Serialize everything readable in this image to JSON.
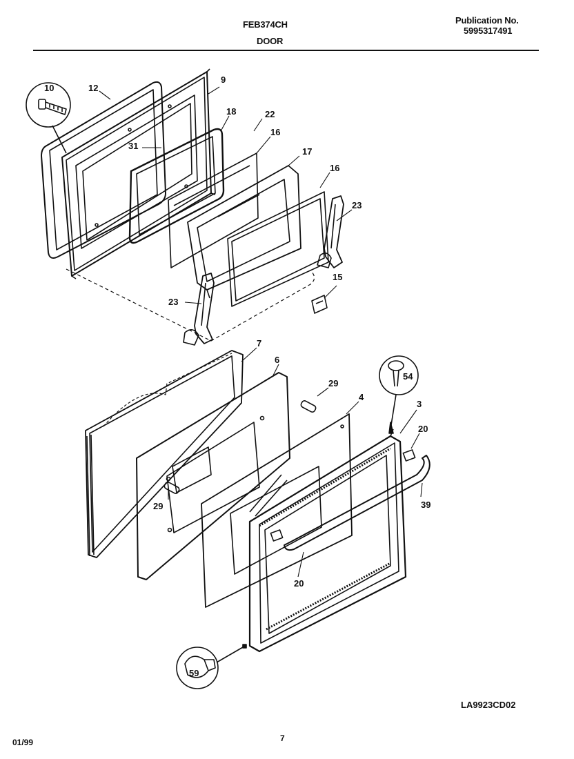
{
  "header": {
    "model": "FEB374CH",
    "section": "DOOR",
    "publication_label": "Publication No.",
    "publication_number": "5995317491",
    "top_fragment": "- - - - - - -"
  },
  "footer": {
    "diagram_code": "LA9923CD02",
    "date": "01/99",
    "page": "7"
  },
  "callouts": {
    "c10": "10",
    "c12": "12",
    "c9": "9",
    "c18": "18",
    "c22": "22",
    "c16a": "16",
    "c31": "31",
    "c17": "17",
    "c16b": "16",
    "c23a": "23",
    "c15": "15",
    "c23b": "23",
    "c7": "7",
    "c6": "6",
    "c29a": "29",
    "c4": "4",
    "c54": "54",
    "c3": "3",
    "c20a": "20",
    "c29b": "29",
    "c39": "39",
    "c20b": "20",
    "c59": "59"
  }
}
